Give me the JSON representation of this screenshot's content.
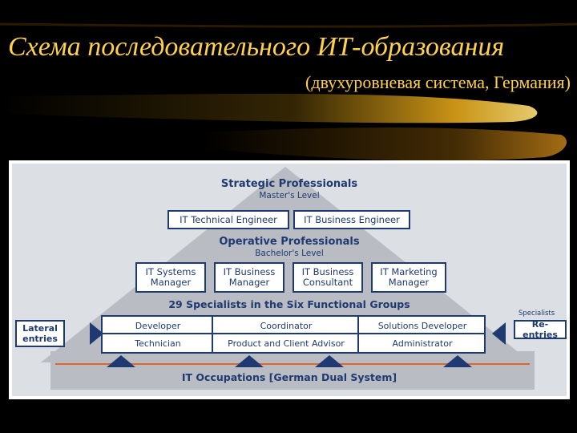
{
  "slide": {
    "title": "Схема последовательного ИТ-образования",
    "subtitle": "(двухуровневая система, Германия)"
  },
  "diagram": {
    "strategic": {
      "title": "Strategic Professionals",
      "level": "Master's Level"
    },
    "masters_roles": [
      "IT Technical Engineer",
      "IT Business Engineer"
    ],
    "operative": {
      "title": "Operative Professionals",
      "level": "Bachelor's Level"
    },
    "bachelor_roles": [
      {
        "line1": "IT Systems",
        "line2": "Manager"
      },
      {
        "line1": "IT Business",
        "line2": "Manager"
      },
      {
        "line1": "IT Business",
        "line2": "Consultant"
      },
      {
        "line1": "IT Marketing",
        "line2": "Manager"
      }
    ],
    "specialists_title": "29 Specialists in the Six Functional Groups",
    "groups_row1": [
      "Developer",
      "Coordinator",
      "Solutions Developer"
    ],
    "groups_row2": [
      "Technician",
      "Product and Client Advisor",
      "Administrator"
    ],
    "lateral": {
      "line1": "Lateral",
      "line2": "entries"
    },
    "specialists_label": "Specialists",
    "reentries": "Re-entries",
    "base": "IT Occupations [German Dual System]",
    "colors": {
      "navy": "#1f3a70",
      "pyramid": "#b9bcc3",
      "panel": "#dcdfe3",
      "orange": "#e0662a"
    }
  }
}
